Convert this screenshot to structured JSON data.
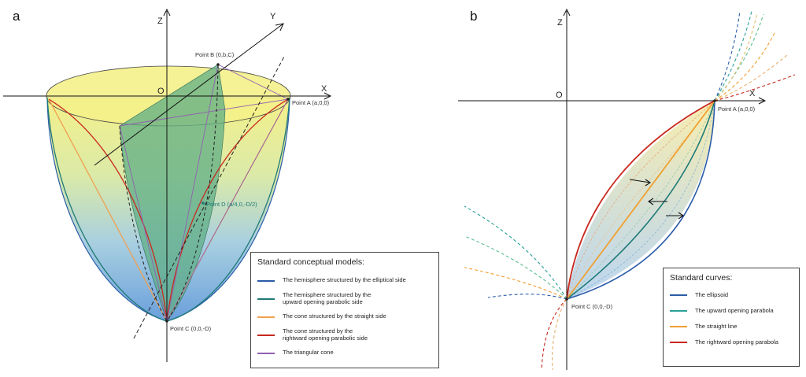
{
  "panel_a": {
    "label": "a",
    "axes": {
      "z": "Z",
      "y": "Y",
      "x": "X",
      "origin": "O"
    },
    "points": {
      "b": "Point B (0,b,C)",
      "a": "Point A (a,0,0)",
      "c": "Point C (0,0,-D)",
      "d": "Point D (a/4,0,-D/2)"
    },
    "legend": {
      "title": "Standard conceptual models:",
      "items": [
        {
          "label": "The hemisphere structured by the elliptical side",
          "color": "#2a5ca8"
        },
        {
          "label": "The hemisphere structured by the\nupward opening parabolic side",
          "color": "#1f7a78"
        },
        {
          "label": "The cone structured by the straight side",
          "color": "#f0a050"
        },
        {
          "label": "The cone structured by the\nrightward opening parabolic side",
          "color": "#c8281e"
        },
        {
          "label": "The triangular cone",
          "color": "#9060b0"
        }
      ]
    }
  },
  "panel_b": {
    "label": "b",
    "axes": {
      "z": "Z",
      "x": "X",
      "origin": "O"
    },
    "points": {
      "a": "Point A (a,0,0)",
      "c": "Point C (0,0,-D)"
    },
    "legend": {
      "title": "Standard curves:",
      "items": [
        {
          "label": "The ellipsoid",
          "color": "#2a5ca8"
        },
        {
          "label": "The upward opening parabola",
          "color": "#2aa098"
        },
        {
          "label": "The straight line",
          "color": "#f0a030"
        },
        {
          "label": "The rightward opening parabola",
          "color": "#c8281e"
        }
      ]
    }
  },
  "colors": {
    "yellow_top": "#f4f08a",
    "blue_bottom": "#6a9fdc",
    "green_plane": "#5fae86"
  }
}
